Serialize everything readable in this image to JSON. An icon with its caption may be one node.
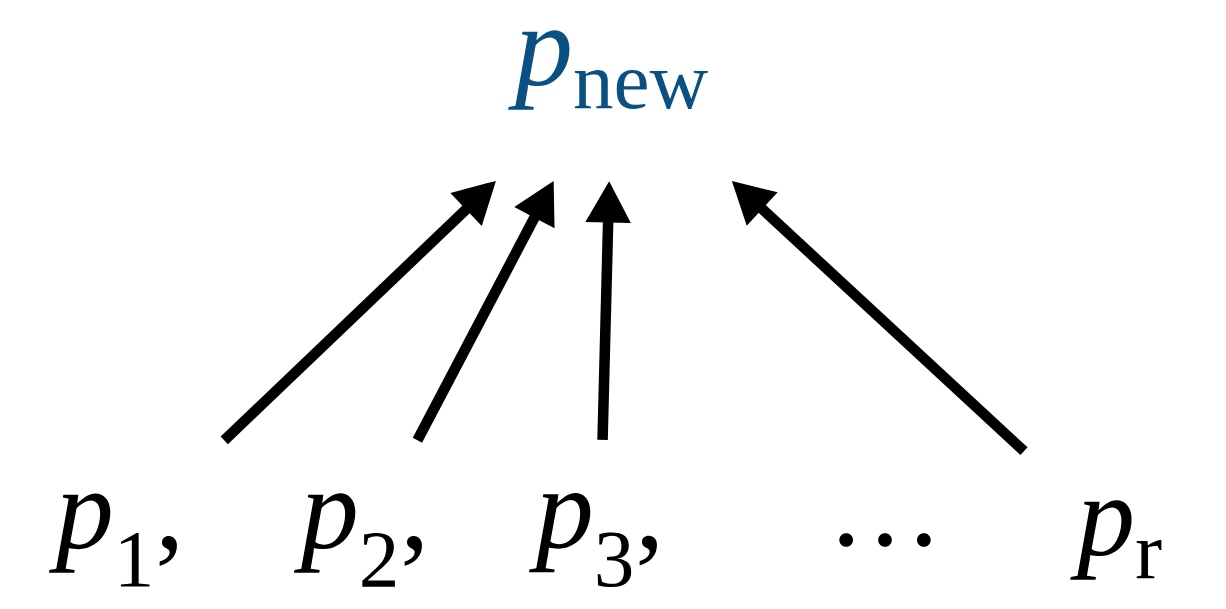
{
  "diagram": {
    "nodes": [
      {
        "text": [
          "*p*$_{new}$"
        ]
      },
      {
        "text": [
          "*p*$_{1}$,"
        ]
      },
      {
        "text": [
          "*p*$_{2}$,"
        ]
      },
      {
        "text": [
          "*p*$_{3}$,"
        ]
      },
      {
        "text": [
          "*p*$_{r}$"
        ]
      }
    ],
    "edges": [
      {
        "from": 1,
        "to": 0,
        "arrow": "to"
      },
      {
        "from": 2,
        "to": 0,
        "arrow": "to"
      },
      {
        "from": 3,
        "to": 0,
        "arrow": "to"
      },
      {
        "from": 4,
        "to": 0,
        "arrow": "to"
      }
    ],
    "labels": [
      "…"
    ]
  }
}
